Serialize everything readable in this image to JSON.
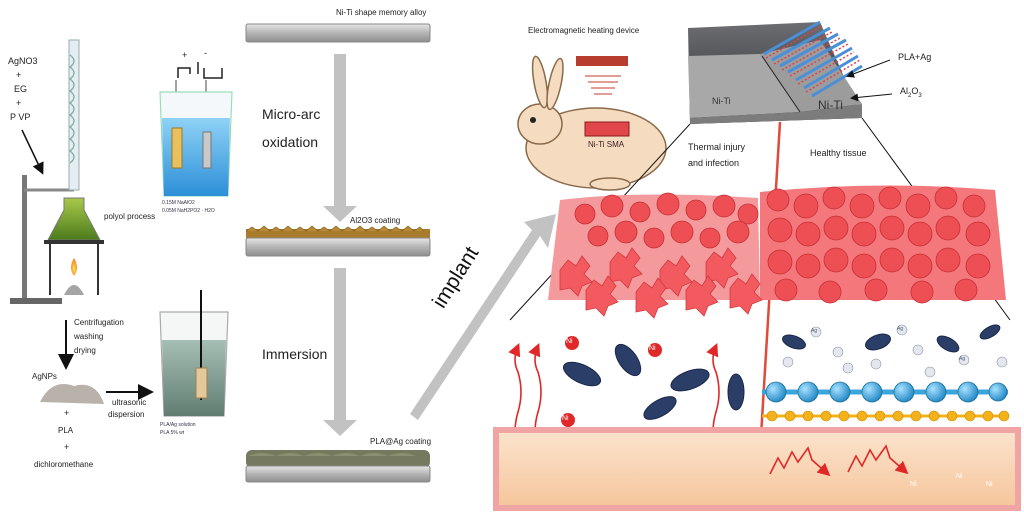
{
  "synthesis": {
    "reagents": [
      "AgNO3",
      "+",
      "EG",
      "+",
      "P VP"
    ],
    "polyol": "polyol process",
    "centrifuge": [
      "Centrifugation",
      "washing",
      "drying"
    ],
    "agnps": "AgNPs",
    "plus1": "+",
    "pla": "PLA",
    "plus2": "+",
    "dcm": "dichloromethane",
    "ultrasonic": [
      "ultrasonic",
      "dispersion"
    ],
    "beaker2": [
      "PLA/Ag solution",
      "PLA 5% wt"
    ]
  },
  "electro": {
    "pos": "+",
    "neg": "-",
    "solution": [
      "0.15M NaAlO2",
      "0.05M NaH2PO2 · H2O"
    ]
  },
  "process": {
    "alloy": "Ni-Ti shape memory alloy",
    "step1": [
      "Micro-arc",
      "oxidation"
    ],
    "coating1": "Al2O3 coating",
    "step2": "Immersion",
    "coating2": "PLA@Ag coating",
    "implant": "implant"
  },
  "animal": {
    "device": "Electromagnetic heating device",
    "sma": "Ni-Ti SMA"
  },
  "inset": {
    "left": "Ni-Ti",
    "right": "Ni-Ti",
    "pla_ag": "PLA+Ag",
    "al2o3_base": "Al",
    "al2o3_sub1": "2",
    "al2o3_mid": "O",
    "al2o3_sub2": "3"
  },
  "tissue": {
    "thermal": [
      "Thermal injury",
      "and infection"
    ],
    "healthy": "Healthy tissue",
    "ni": "Ni",
    "ag": "Ag"
  },
  "colors": {
    "arrow_grey": "#c2c2c2",
    "cell_red": "#f0555a",
    "bacteria": "#2a3e68",
    "ni_ion": "#e02828",
    "coat_blue": "#3aa6dc",
    "coat_yellow": "#f3b21a",
    "substrate": "#fad6b7"
  }
}
